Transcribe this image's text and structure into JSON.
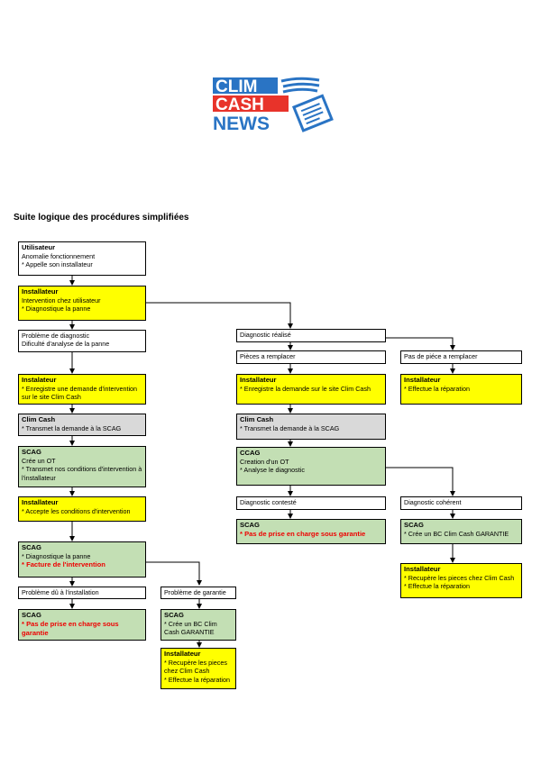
{
  "logo": {
    "line1": "CLIM",
    "line2": "CASH",
    "line3": "NEWS",
    "colors": {
      "blue": "#2a74c4",
      "red": "#e8332a"
    }
  },
  "title": "Suite logique des procédures simplifiées",
  "nodes": {
    "n1": {
      "head": "Utilisateur",
      "lines": [
        "Anomalie fonctionnement",
        "* Appelle son installateur"
      ]
    },
    "n2": {
      "head": "Installateur",
      "lines": [
        "Intervention chez utilisateur",
        "* Diagnostique la panne"
      ]
    },
    "n3": {
      "lines": [
        "Problème de diagnostic",
        "Dificulté d'analyse de la panne"
      ]
    },
    "n4": {
      "head": "Instalateur",
      "lines": [
        "* Enregistre une demande d'intervention sur le site Clim Cash"
      ]
    },
    "n5": {
      "head": "Clim Cash",
      "lines": [
        "* Transmet la demande à la SCAG"
      ]
    },
    "n6": {
      "head": "SCAG",
      "lines": [
        "Crée un OT",
        "* Transmet nos conditions d'intervention à l'installateur"
      ]
    },
    "n7": {
      "head": "Installateur",
      "lines": [
        "* Accepte les conditions d'intervention"
      ]
    },
    "n8": {
      "head": "SCAG",
      "lines": [
        "* Diagnostique la panne"
      ],
      "red": "* Facture de l'intervention"
    },
    "n9": {
      "lines": [
        "Problème dû à l'installation"
      ]
    },
    "n10": {
      "lines": [
        "Problème de garantie"
      ]
    },
    "n11": {
      "head": "SCAG",
      "red": "* Pas de prise en charge sous garantie"
    },
    "n12": {
      "head": "SCAG",
      "lines": [
        "* Crée un BC Clim Cash GARANTIE"
      ]
    },
    "n13": {
      "head": "Installateur",
      "lines": [
        "* Recupère les pieces chez Clim Cash",
        "* Effectue la réparation"
      ]
    },
    "n14": {
      "lines": [
        "Diagnostic réalisé"
      ]
    },
    "n15": {
      "lines": [
        "Pièces a remplacer"
      ]
    },
    "n16": {
      "lines": [
        "Pas de piéce a remplacer"
      ]
    },
    "n17": {
      "head": "Installateur",
      "lines": [
        "* Enregistre la demande sur le site Clim Cash"
      ]
    },
    "n18": {
      "head": "Installateur",
      "lines": [
        "* Effectue la réparation"
      ]
    },
    "n19": {
      "head": "Clim Cash",
      "lines": [
        "* Transmet la demande à la SCAG"
      ]
    },
    "n20": {
      "head": "CCAG",
      "lines": [
        "Creation d'un OT",
        "* Analyse le diagnostic"
      ]
    },
    "n21": {
      "lines": [
        "Diagnostic contesté"
      ]
    },
    "n22": {
      "lines": [
        "Diagnostic cohérent"
      ]
    },
    "n23": {
      "head": "SCAG",
      "red": "* Pas de prise en charge sous garantie"
    },
    "n24": {
      "head": "SCAG",
      "lines": [
        "* Crée un BC Clim Cash GARANTIE"
      ]
    },
    "n25": {
      "head": "Installateur",
      "lines": [
        "* Recupère les pieces  chez Clim Cash",
        "* Effectue la réparation"
      ]
    }
  }
}
